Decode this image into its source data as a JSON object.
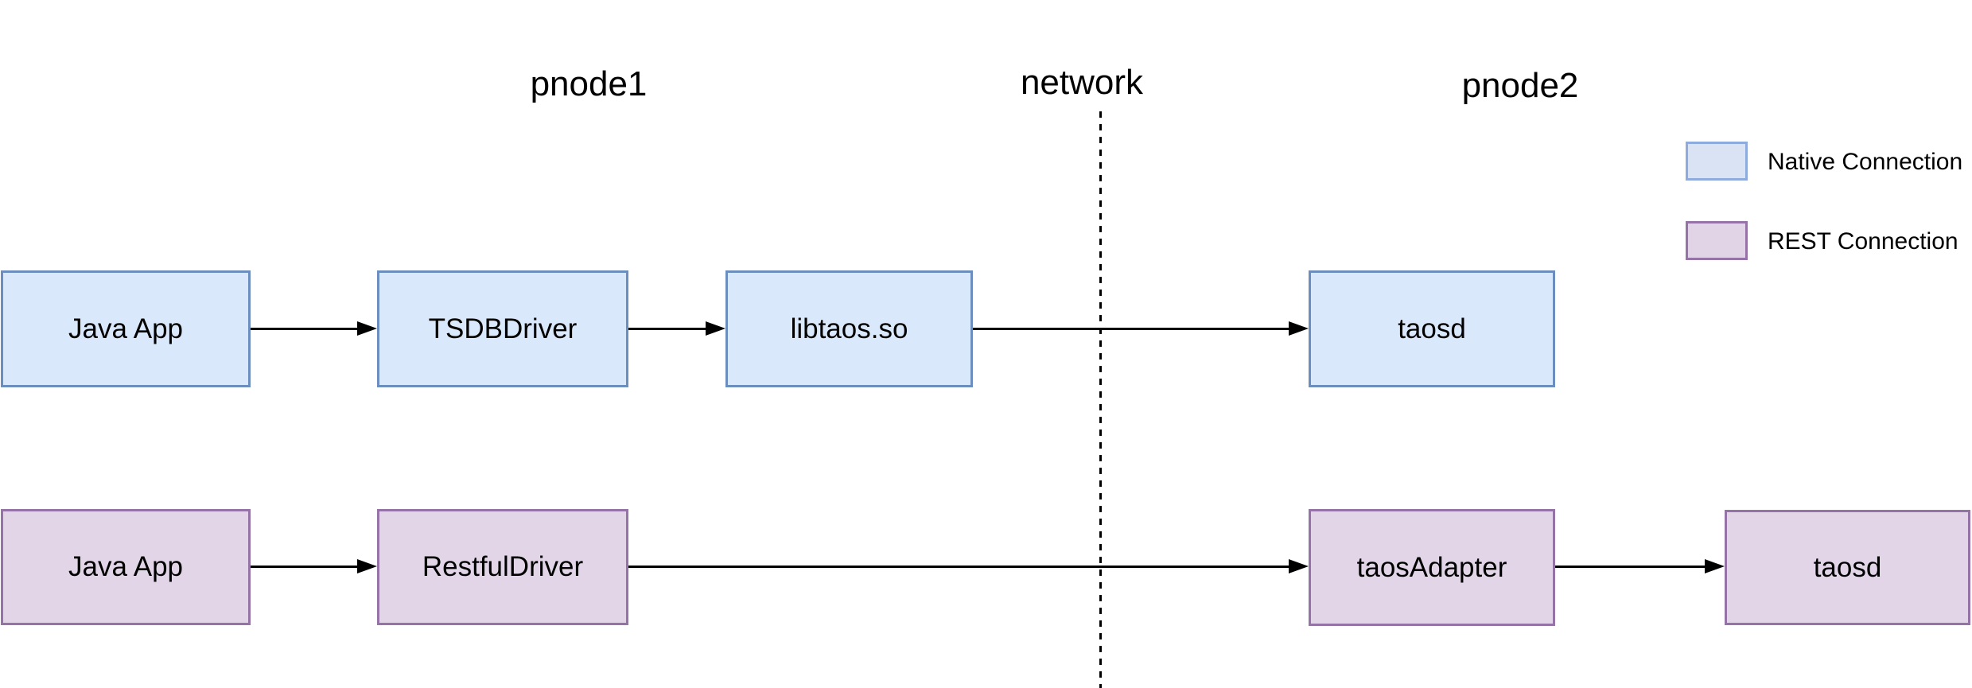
{
  "zones": {
    "pnode1": "pnode1",
    "network": "network",
    "pnode2": "pnode2"
  },
  "nodes": {
    "java_app_native": "Java App",
    "tsdb_driver": "TSDBDriver",
    "libtaos": "libtaos.so",
    "taosd_native": "taosd",
    "java_app_rest": "Java App",
    "restful_driver": "RestfulDriver",
    "taos_adapter": "taosAdapter",
    "taosd_rest": "taosd"
  },
  "legend": {
    "native_label": "Native Connection",
    "rest_label": "REST Connection"
  },
  "colors": {
    "native_fill": "#dae8fc",
    "native_border": "#6c8ebf",
    "rest_fill": "#e1d5e7",
    "rest_border": "#9673a6",
    "legend_native_fill": "#dae3f3",
    "legend_native_border": "#8faadc",
    "legend_rest_fill": "#e2d4e7",
    "legend_rest_border": "#9673a6",
    "line": "#000000",
    "text": "#000000",
    "background": "#ffffff"
  }
}
